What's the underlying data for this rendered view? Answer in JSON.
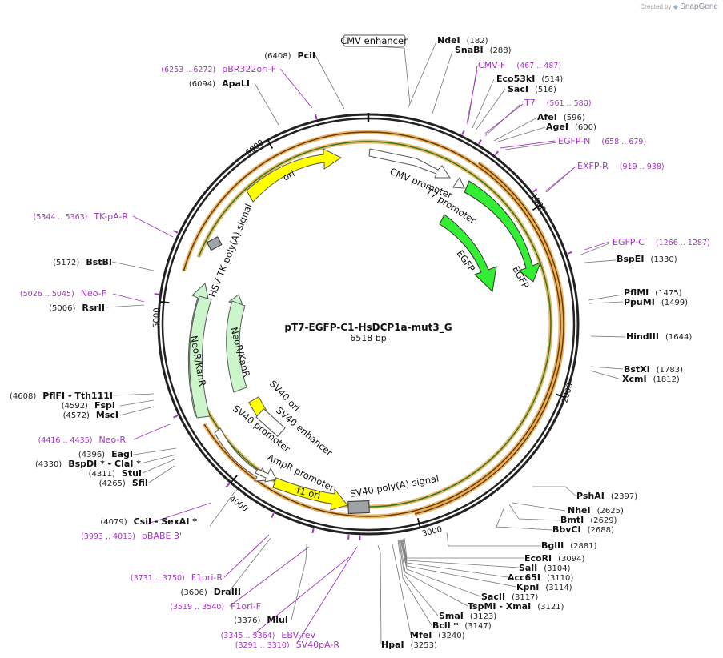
{
  "brand": {
    "created_by": "Created by",
    "name": "SnapGene"
  },
  "plasmid": {
    "name": "pT7-EGFP-C1-HsDCP1a-mut3_G",
    "length_label": "6518 bp"
  },
  "ticks": [
    "1000",
    "2000",
    "3000",
    "4000",
    "5000",
    "6000"
  ],
  "enzymes": [
    {
      "name": "NdeI",
      "pos": "(182)"
    },
    {
      "name": "SnaBI",
      "pos": "(288)"
    },
    {
      "name": "Eco53kI",
      "pos": "(514)"
    },
    {
      "name": "SacI",
      "pos": "(516)"
    },
    {
      "name": "AfeI",
      "pos": "(596)"
    },
    {
      "name": "AgeI",
      "pos": "(600)"
    },
    {
      "name": "BspEI",
      "pos": "(1330)"
    },
    {
      "name": "PflMI",
      "pos": "(1475)"
    },
    {
      "name": "PpuMI",
      "pos": "(1499)"
    },
    {
      "name": "HindIII",
      "pos": "(1644)"
    },
    {
      "name": "BstXI",
      "pos": "(1783)"
    },
    {
      "name": "XcmI",
      "pos": "(1812)"
    },
    {
      "name": "PshAI",
      "pos": "(2397)"
    },
    {
      "name": "NheI",
      "pos": "(2625)"
    },
    {
      "name": "BmtI",
      "pos": "(2629)"
    },
    {
      "name": "BbvCI",
      "pos": "(2688)"
    },
    {
      "name": "BglII",
      "pos": "(2881)"
    },
    {
      "name": "EcoRI",
      "pos": "(3094)"
    },
    {
      "name": "SalI",
      "pos": "(3104)"
    },
    {
      "name": "Acc65I",
      "pos": "(3110)"
    },
    {
      "name": "KpnI",
      "pos": "(3114)"
    },
    {
      "name": "SacII",
      "pos": "(3117)"
    },
    {
      "name": "TspMI - XmaI",
      "pos": "(3121)"
    },
    {
      "name": "SmaI",
      "pos": "(3123)"
    },
    {
      "name": "BclI *",
      "pos": "(3147)"
    },
    {
      "name": "MfeI",
      "pos": "(3240)"
    },
    {
      "name": "HpaI",
      "pos": "(3253)"
    },
    {
      "name": "MluI",
      "pos": "(3376)"
    },
    {
      "name": "DraIII",
      "pos": "(3606)"
    },
    {
      "name": "CsiI - SexAI *",
      "pos": "(4079)"
    },
    {
      "name": "SfiI",
      "pos": "(4265)"
    },
    {
      "name": "StuI",
      "pos": "(4311)"
    },
    {
      "name": "BspDI * - ClaI *",
      "pos": "(4330)"
    },
    {
      "name": "EagI",
      "pos": "(4396)"
    },
    {
      "name": "MscI",
      "pos": "(4572)"
    },
    {
      "name": "FspI",
      "pos": "(4592)"
    },
    {
      "name": "PflFI - Tth111I",
      "pos": "(4608)"
    },
    {
      "name": "RsrII",
      "pos": "(5006)"
    },
    {
      "name": "BstBI",
      "pos": "(5172)"
    },
    {
      "name": "ApaLI",
      "pos": "(6094)"
    },
    {
      "name": "PciI",
      "pos": "(6408)"
    }
  ],
  "primers": [
    {
      "name": "CMV-F",
      "range": "(467 .. 487)"
    },
    {
      "name": "T7",
      "range": "(561 .. 580)"
    },
    {
      "name": "EGFP-N",
      "range": "(658 .. 679)"
    },
    {
      "name": "EXFP-R",
      "range": "(919 .. 938)"
    },
    {
      "name": "EGFP-C",
      "range": "(1266 .. 1287)"
    },
    {
      "name": "pBABE 3'",
      "range": "(3993 .. 4013)"
    },
    {
      "name": "F1ori-R",
      "range": "(3731 .. 3750)"
    },
    {
      "name": "F1ori-F",
      "range": "(3519 .. 3540)"
    },
    {
      "name": "EBV-rev",
      "range": "(3345 .. 3364)"
    },
    {
      "name": "SV40pA-R",
      "range": "(3291 .. 3310)"
    },
    {
      "name": "Neo-R",
      "range": "(4416 .. 4435)"
    },
    {
      "name": "Neo-F",
      "range": "(5026 .. 5045)"
    },
    {
      "name": "TK-pA-R",
      "range": "(5344 .. 5363)"
    },
    {
      "name": "pBR322ori-F",
      "range": "(6253 .. 6272)"
    }
  ],
  "features": [
    {
      "label": "CMV enhancer"
    },
    {
      "label": "CMV promoter"
    },
    {
      "label": "T7 promoter"
    },
    {
      "label": "EGFP"
    },
    {
      "label": "EGFP"
    },
    {
      "label": "ori"
    },
    {
      "label": "HSV TK poly(A) signal"
    },
    {
      "label": "NeoR/KanR"
    },
    {
      "label": "NeoR/KanR"
    },
    {
      "label": "SV40 ori"
    },
    {
      "label": "SV40 enhancer"
    },
    {
      "label": "SV40 promoter"
    },
    {
      "label": "AmpR promoter"
    },
    {
      "label": "f1 ori"
    },
    {
      "label": "SV40 poly(A) signal"
    }
  ],
  "colors": {
    "backbone": "#222222",
    "egfp": "#33ee33",
    "ori": "#ffff00",
    "neo": "#ccf5cc",
    "promoter": "#ffffff",
    "polyA": "#a0a4a8",
    "primer": "#a335c4",
    "orf": "#e8a94a"
  }
}
